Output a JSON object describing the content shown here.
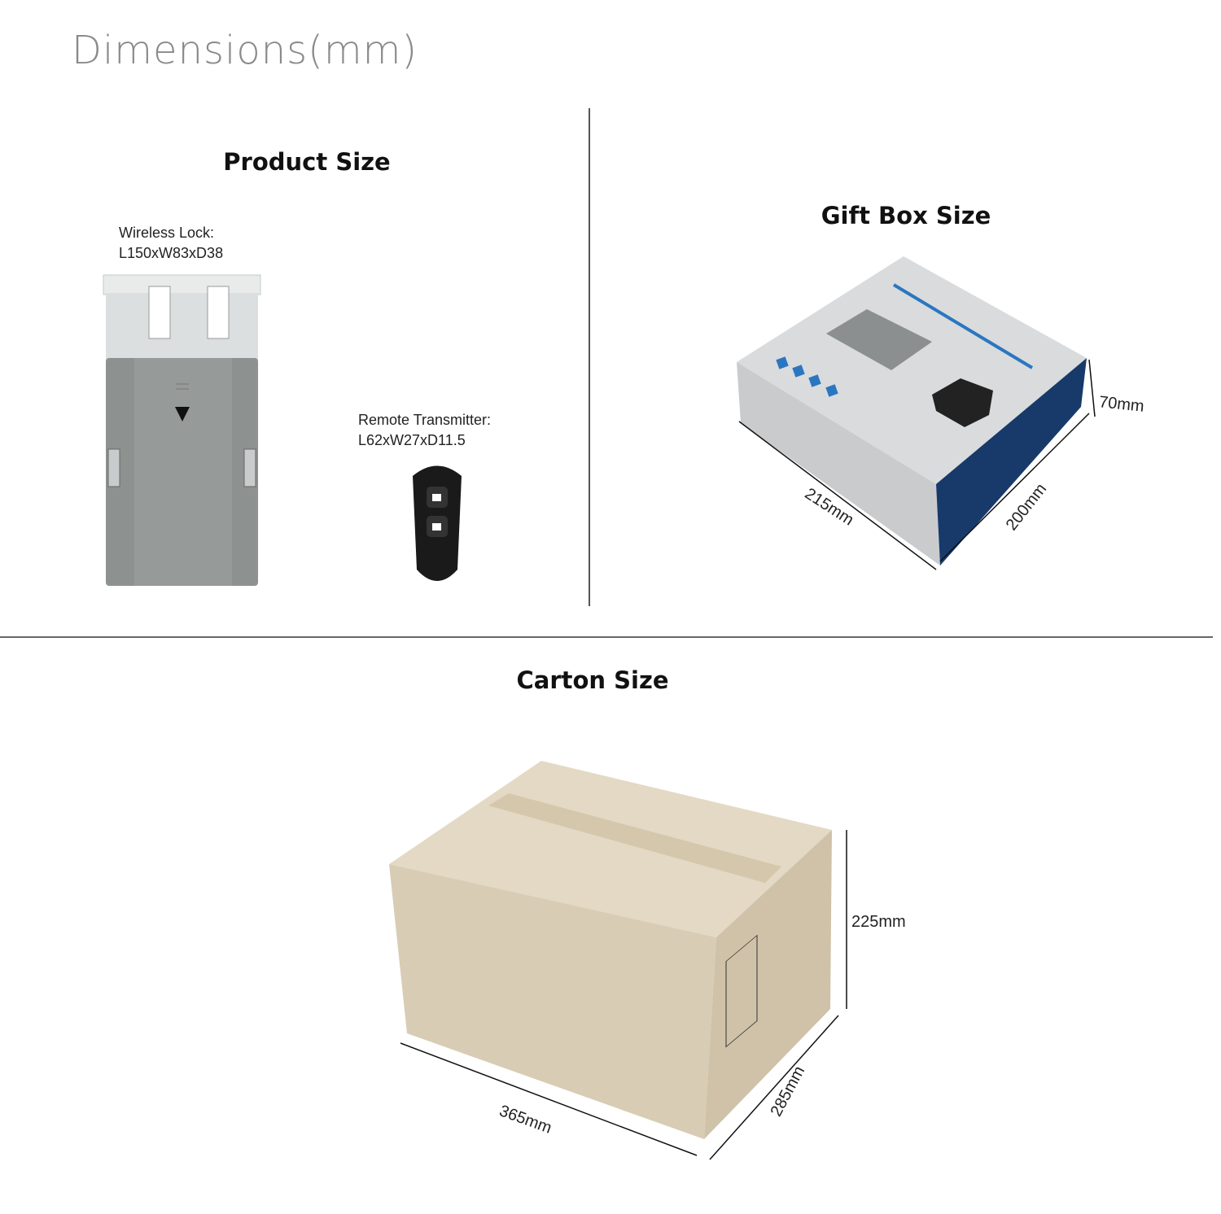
{
  "title": "Dimensions(mm)",
  "product": {
    "heading": "Product Size",
    "lock_label": "Wireless Lock:",
    "lock_size": "L150xW83xD38",
    "remote_label": "Remote Transmitter:",
    "remote_size": "L62xW27xD11.5"
  },
  "gift_box": {
    "heading": "Gift Box Size",
    "length": "215mm",
    "width": "200mm",
    "height": "70mm"
  },
  "carton": {
    "heading": "Carton Size",
    "length": "365mm",
    "width": "285mm",
    "height": "225mm"
  },
  "colors": {
    "box_blue": "#173a6b",
    "carton": "#d8ccb4",
    "lock_gray": "#8d918f"
  }
}
